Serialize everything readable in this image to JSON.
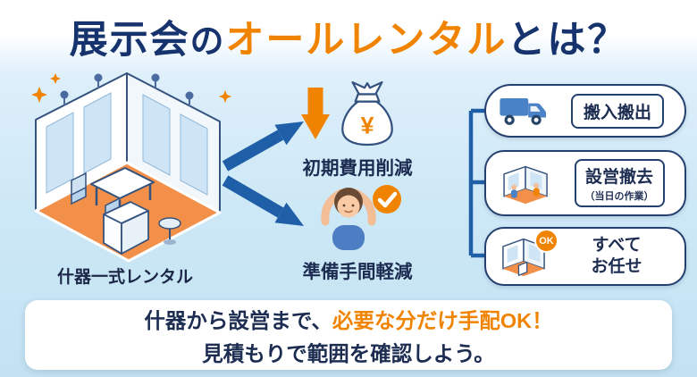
{
  "colors": {
    "accent_orange": "#f08300",
    "navy_text": "#16336e",
    "arrow_blue": "#1f5fa8",
    "background_blue": "#cde8f6",
    "booth_floor_orange": "#f29049"
  },
  "title": {
    "exhibition": "展示会",
    "particle": "の",
    "all_rental": "オールレンタル",
    "towa": "とは？"
  },
  "booth": {
    "caption": "什器一式レンタル",
    "icon": "exhibition-booth-illustration"
  },
  "benefits": [
    {
      "icon": "cost-down-arrow-icon,money-bag-icon",
      "currency_symbol": "¥",
      "label": "初期費用削減"
    },
    {
      "icon": "relaxed-person-icon,check-icon",
      "label": "準備手間軽減"
    }
  ],
  "services": [
    {
      "icon": "truck-icon",
      "label": "搬入搬出"
    },
    {
      "icon": "booth-setup-icon",
      "label": "設営撤去",
      "sub": "（当日の作業）"
    },
    {
      "icon": "booth-ok-icon",
      "badge": "OK",
      "label_line1": "すべて",
      "label_line2": "お任せ"
    }
  ],
  "banner": {
    "line1_prefix": "什器から設営まで、",
    "line1_accent": "必要な分だけ手配OK！",
    "line2": "見積もりで範囲を確認しよう。"
  }
}
